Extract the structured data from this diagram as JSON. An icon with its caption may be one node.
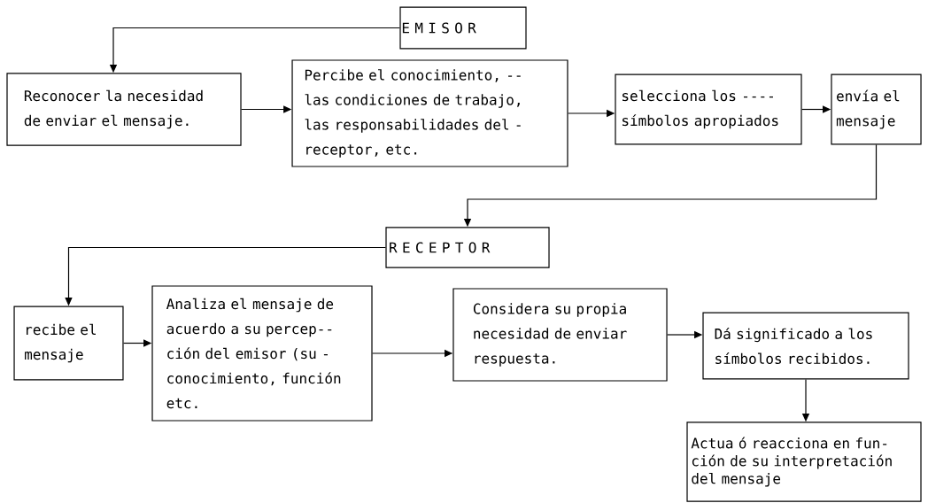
{
  "diagram": {
    "nodes": [
      {
        "text": [
          "E M I S O R"
        ]
      },
      {
        "text": [
          "Reconocer la necesidad de enviar el mensaje."
        ]
      },
      {
        "text": [
          "Percibe el conocimiento, -- las condiciones de trabajo, las responsabilidades del - receptor, etc."
        ]
      },
      {
        "text": [
          "selecciona los ---- símbolos apropiados"
        ]
      },
      {
        "text": [
          "envía el mensaje"
        ]
      },
      {
        "text": [
          "R E C E P T O R"
        ]
      },
      {
        "text": [
          "recibe el mensaje"
        ]
      },
      {
        "text": [
          "Analiza el mensaje de acuerdo a su percep-- ción del emisor (su - conocimiento, función etc."
        ]
      },
      {
        "text": [
          "Considera su propia necesidad de enviar respuesta."
        ]
      },
      {
        "text": [
          "Dá significado a los símbolos recibidos."
        ]
      },
      {
        "text": [
          "Actua ó reacciona en fun- ción de su interpretación del mensaje"
        ]
      }
    ],
    "edges": [
      {
        "from": 0,
        "to": 1,
        "arrow": "to"
      },
      {
        "from": 1,
        "to": 2,
        "arrow": "to"
      },
      {
        "from": 2,
        "to": 3,
        "arrow": "to"
      },
      {
        "from": 3,
        "to": 4,
        "arrow": "to"
      },
      {
        "from": 4,
        "to": 5,
        "arrow": "to"
      },
      {
        "from": 5,
        "to": 6,
        "arrow": "to"
      },
      {
        "from": 6,
        "to": 7,
        "arrow": "to"
      },
      {
        "from": 7,
        "to": 8,
        "arrow": "to"
      },
      {
        "from": 8,
        "to": 9,
        "arrow": "to"
      },
      {
        "from": 9,
        "to": 10,
        "arrow": "to"
      }
    ]
  }
}
